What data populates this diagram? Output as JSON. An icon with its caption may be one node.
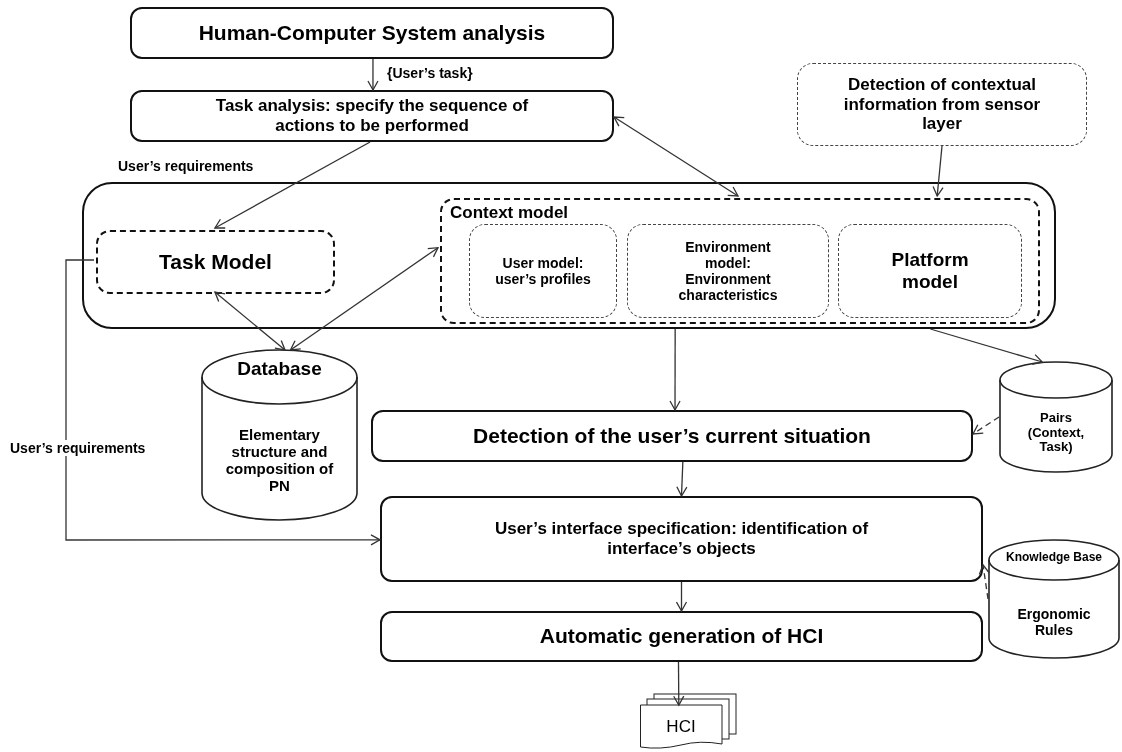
{
  "diagram": {
    "nodes": [
      {
        "text": [
          "Human-Computer System analysis"
        ]
      },
      {
        "text": [
          "Task analysis: specify the sequence of actions to be performed"
        ]
      },
      {
        "text": [
          "Detection of contextual information from sensor layer"
        ]
      },
      {
        "text": [],
        "shape": "box"
      },
      {
        "text": [
          "Task Model"
        ],
        "in": 3
      },
      {
        "text": [
          "Context model"
        ],
        "in": 3
      },
      {
        "text": [
          "User model: user’s profiles"
        ],
        "in": 5
      },
      {
        "text": [
          "Environment model: Environment characteristics"
        ],
        "in": 5
      },
      {
        "text": [
          "Platform model"
        ],
        "in": 5
      },
      {
        "text": [
          "Database",
          "Elementary structure and composition of PN"
        ]
      },
      {
        "text": [
          "Pairs (Context, Task)"
        ]
      },
      {
        "text": [
          "Detection of the user’s current situation"
        ]
      },
      {
        "text": [
          "User’s interface specification: identification of interface’s objects"
        ]
      },
      {
        "text": [
          "Knowledge Base",
          "Ergonomic Rules"
        ]
      },
      {
        "text": [
          "Automatic generation of HCI"
        ]
      },
      {
        "text": [
          "HCI"
        ]
      }
    ],
    "edges": [
      {
        "from": 0,
        "to": 1,
        "arrow": "to",
        "label": "{User’s task}"
      },
      {
        "from": 1,
        "to": 4,
        "arrow": "to",
        "label": "User’s requirements"
      },
      {
        "from": 1,
        "to": 5,
        "arrow": "both"
      },
      {
        "from": 2,
        "to": 5,
        "arrow": "to"
      },
      {
        "from": 4,
        "to": 9,
        "arrow": "both"
      },
      {
        "from": 5,
        "to": 9,
        "arrow": "both"
      },
      {
        "from": 4,
        "to": 12,
        "arrow": "to",
        "label": "User’s requirements"
      },
      {
        "from": 3,
        "to": 11,
        "arrow": "to"
      },
      {
        "from": 3,
        "to": 10,
        "arrow": "to"
      },
      {
        "from": 10,
        "to": 11,
        "arrow": "to",
        "style": "dashed"
      },
      {
        "from": 11,
        "to": 12,
        "arrow": "to"
      },
      {
        "from": 13,
        "to": 12,
        "arrow": "to",
        "style": "dashed"
      },
      {
        "from": 12,
        "to": 14,
        "arrow": "to"
      },
      {
        "from": 14,
        "to": 15,
        "arrow": "to"
      }
    ]
  }
}
